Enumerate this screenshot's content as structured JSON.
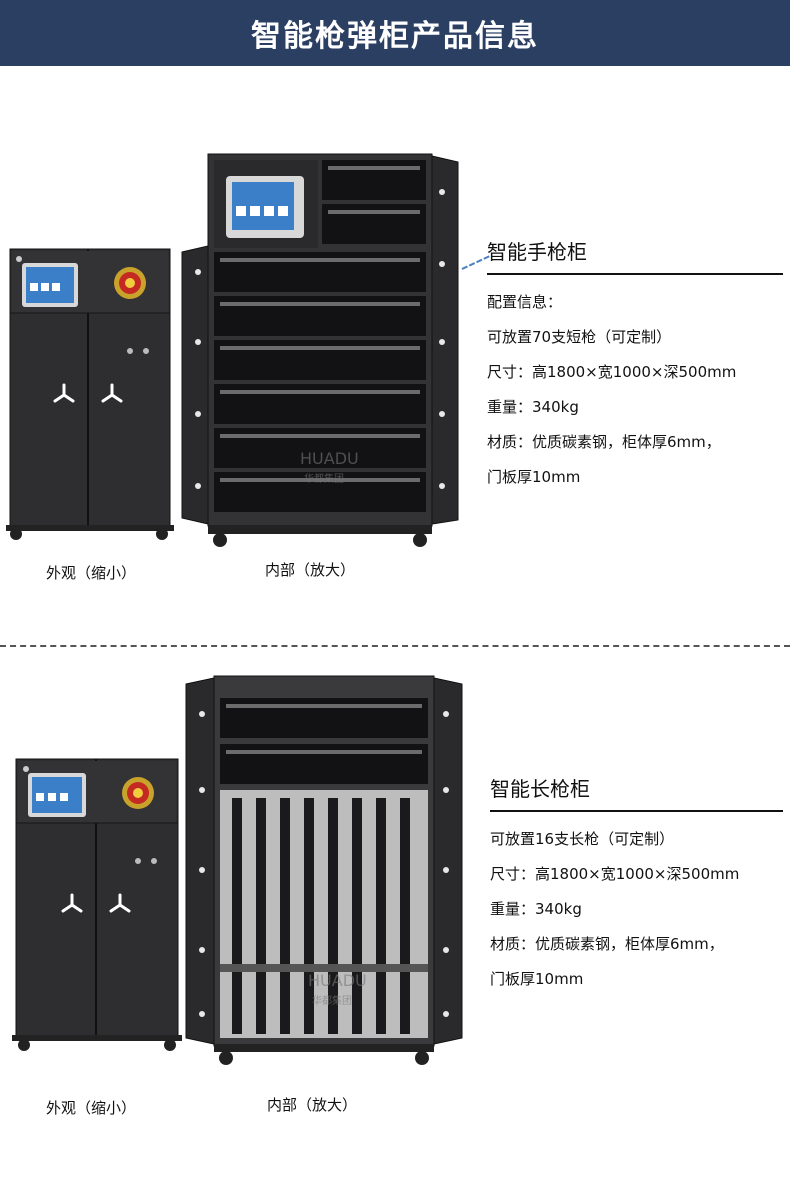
{
  "header": {
    "title": "智能枪弹柜产品信息"
  },
  "section1": {
    "exterior_caption": "外观（缩小）",
    "interior_caption": "内部（放大）",
    "title": "智能手枪柜",
    "lines": [
      "配置信息：",
      "可放置70支短枪（可定制）",
      "尺寸：高1800×宽1000×深500mm",
      "重量：340kg",
      "材质：优质碳素钢，柜体厚6mm，",
      "门板厚10mm"
    ]
  },
  "section2": {
    "exterior_caption": "外观（缩小）",
    "interior_caption": "内部（放大）",
    "title": "智能长枪柜",
    "lines": [
      "可放置16支长枪（可定制）",
      "尺寸：高1800×宽1000×深500mm",
      "重量：340kg",
      "材质：优质碳素钢，柜体厚6mm，",
      "门板厚10mm"
    ]
  },
  "watermark": {
    "latin": "HUADU",
    "chinese": "华都集团"
  },
  "colors": {
    "banner": "#2b3f63",
    "cabinet": "#2e2e30",
    "cabinet_dark": "#1c1c1e",
    "screen": "#3a7fc8"
  }
}
